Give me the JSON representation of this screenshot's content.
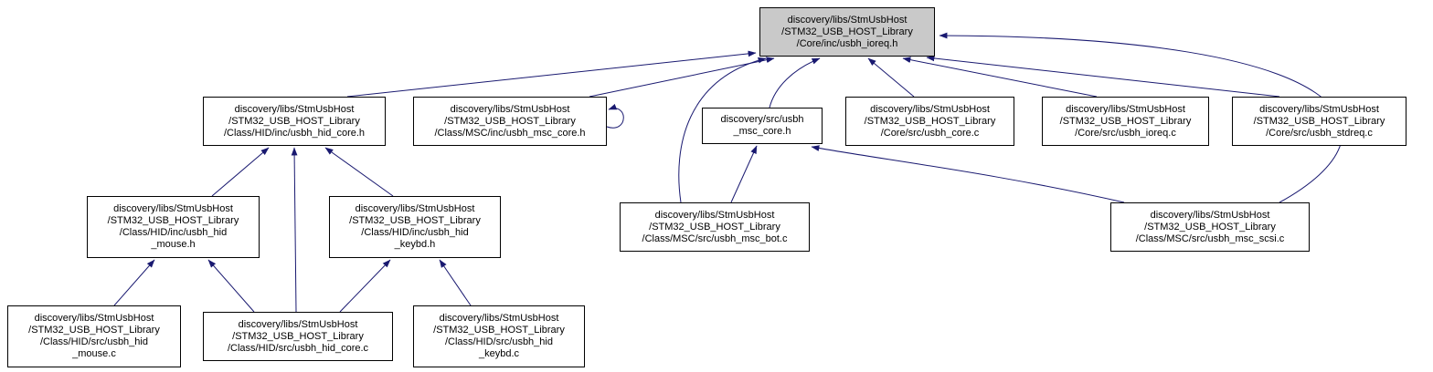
{
  "diagram": {
    "type": "include-dependency-graph",
    "focus_file": "usbh_ioreq.h",
    "colors": {
      "edge": "#191970",
      "node_border": "#000000",
      "node_background": "#ffffff",
      "focus_background": "#c9c9c9"
    },
    "nodes": {
      "ioreq_h": {
        "label": "discovery/libs/StmUsbHost\n/STM32_USB_HOST_Library\n/Core/inc/usbh_ioreq.h",
        "focus": true
      },
      "hid_core_h": {
        "label": "discovery/libs/StmUsbHost\n/STM32_USB_HOST_Library\n/Class/HID/inc/usbh_hid_core.h"
      },
      "msc_core_lib_h": {
        "label": "discovery/libs/StmUsbHost\n/STM32_USB_HOST_Library\n/Class/MSC/inc/usbh_msc_core.h"
      },
      "msc_core_src_h": {
        "label": "discovery/src/usbh\n_msc_core.h"
      },
      "usbh_core_c": {
        "label": "discovery/libs/StmUsbHost\n/STM32_USB_HOST_Library\n/Core/src/usbh_core.c"
      },
      "usbh_ioreq_c": {
        "label": "discovery/libs/StmUsbHost\n/STM32_USB_HOST_Library\n/Core/src/usbh_ioreq.c"
      },
      "usbh_stdreq_c": {
        "label": "discovery/libs/StmUsbHost\n/STM32_USB_HOST_Library\n/Core/src/usbh_stdreq.c"
      },
      "hid_mouse_h": {
        "label": "discovery/libs/StmUsbHost\n/STM32_USB_HOST_Library\n/Class/HID/inc/usbh_hid\n_mouse.h"
      },
      "hid_keybd_h": {
        "label": "discovery/libs/StmUsbHost\n/STM32_USB_HOST_Library\n/Class/HID/inc/usbh_hid\n_keybd.h"
      },
      "msc_bot_c": {
        "label": "discovery/libs/StmUsbHost\n/STM32_USB_HOST_Library\n/Class/MSC/src/usbh_msc_bot.c"
      },
      "msc_scsi_c": {
        "label": "discovery/libs/StmUsbHost\n/STM32_USB_HOST_Library\n/Class/MSC/src/usbh_msc_scsi.c"
      },
      "hid_mouse_c": {
        "label": "discovery/libs/StmUsbHost\n/STM32_USB_HOST_Library\n/Class/HID/src/usbh_hid\n_mouse.c"
      },
      "hid_core_c": {
        "label": "discovery/libs/StmUsbHost\n/STM32_USB_HOST_Library\n/Class/HID/src/usbh_hid_core.c"
      },
      "hid_keybd_c": {
        "label": "discovery/libs/StmUsbHost\n/STM32_USB_HOST_Library\n/Class/HID/src/usbh_hid\n_keybd.c"
      }
    },
    "edges": [
      {
        "from": "hid_core_h",
        "to": "ioreq_h"
      },
      {
        "from": "msc_core_lib_h",
        "to": "ioreq_h"
      },
      {
        "from": "msc_core_src_h",
        "to": "ioreq_h"
      },
      {
        "from": "usbh_core_c",
        "to": "ioreq_h"
      },
      {
        "from": "usbh_ioreq_c",
        "to": "ioreq_h"
      },
      {
        "from": "usbh_stdreq_c",
        "to": "ioreq_h"
      },
      {
        "from": "msc_bot_c",
        "to": "ioreq_h"
      },
      {
        "from": "msc_scsi_c",
        "to": "ioreq_h"
      },
      {
        "from": "msc_core_lib_h",
        "to": "msc_core_lib_h"
      },
      {
        "from": "hid_mouse_h",
        "to": "hid_core_h"
      },
      {
        "from": "hid_keybd_h",
        "to": "hid_core_h"
      },
      {
        "from": "hid_core_c",
        "to": "hid_core_h"
      },
      {
        "from": "hid_mouse_c",
        "to": "hid_mouse_h"
      },
      {
        "from": "hid_core_c",
        "to": "hid_mouse_h"
      },
      {
        "from": "hid_core_c",
        "to": "hid_keybd_h"
      },
      {
        "from": "hid_keybd_c",
        "to": "hid_keybd_h"
      },
      {
        "from": "msc_bot_c",
        "to": "msc_core_src_h"
      },
      {
        "from": "msc_scsi_c",
        "to": "msc_core_src_h"
      }
    ]
  }
}
